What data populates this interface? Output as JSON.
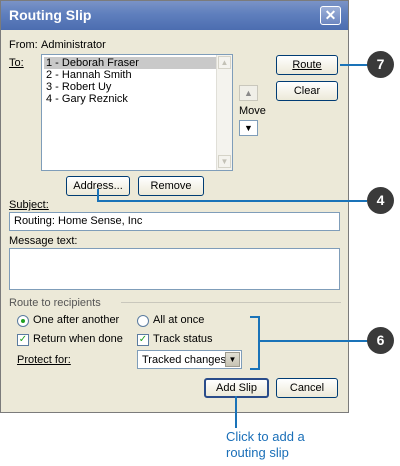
{
  "window": {
    "title": "Routing Slip",
    "close_label": "✕"
  },
  "from": {
    "label": "From:",
    "value": "Administrator"
  },
  "to": {
    "label": "To:",
    "recipients": [
      "1 - Deborah Fraser",
      "2 - Hannah Smith",
      "3 - Robert Uy",
      "4 - Gary Reznick"
    ]
  },
  "move": {
    "label": "Move",
    "up": "▲",
    "down": "▼"
  },
  "buttons": {
    "route": "Route",
    "clear": "Clear",
    "address": "Address...",
    "remove": "Remove",
    "add_slip": "Add Slip",
    "cancel": "Cancel"
  },
  "subject": {
    "label": "Subject:",
    "value": "Routing: Home Sense, Inc"
  },
  "message": {
    "label": "Message text:",
    "value": ""
  },
  "route_group": {
    "label": "Route to recipients",
    "one_after_another": "One after another",
    "all_at_once": "All at once",
    "return_when_done": "Return when done",
    "track_status": "Track status",
    "protect_for_label": "Protect for:",
    "protect_for_value": "Tracked changes"
  },
  "callouts": {
    "c7": "7",
    "c4": "4",
    "c6": "6"
  },
  "caption": {
    "line1": "Click to add a",
    "line2": "routing slip"
  },
  "colors": {
    "title_bar": "#5f7fbd",
    "callout_line": "#1a73b8",
    "caption": "#1a6fb8",
    "callout_circle": "#3a3a3a"
  }
}
